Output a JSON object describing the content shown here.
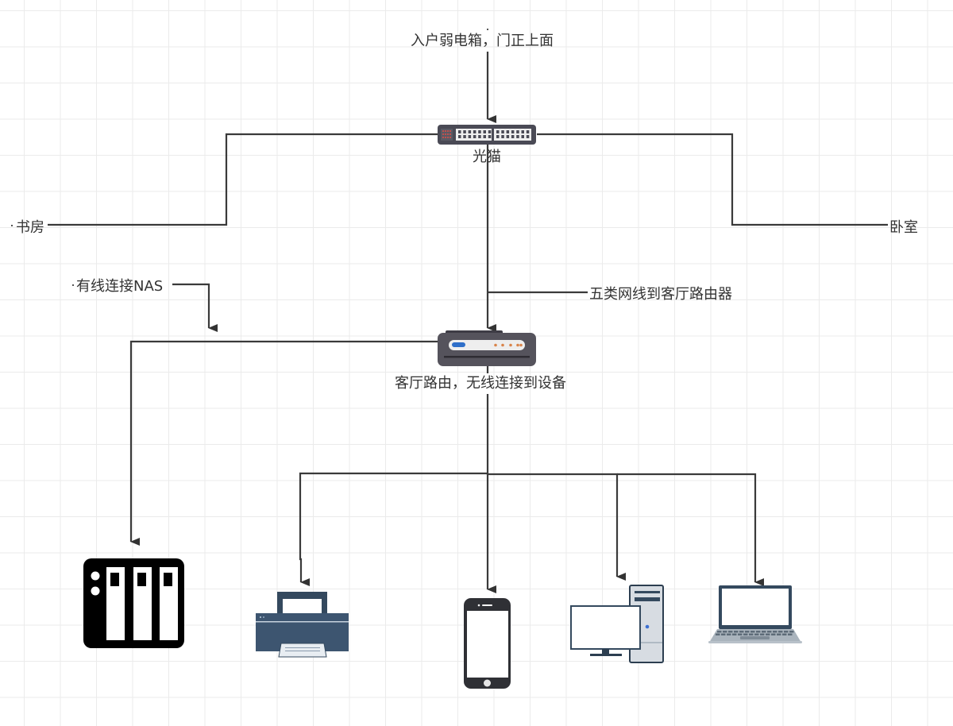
{
  "diagram": {
    "title": "家庭网络拓扑",
    "colors": {
      "line": "#333333",
      "grid": "#ebebeb",
      "device_dark": "#34495e",
      "router_body": "#4a4a52",
      "router_led_blue": "#2f6fc9",
      "router_led_orange": "#d9844a",
      "switch_port_red": "#c0504d"
    },
    "labels": {
      "entry": "入户弱电箱，门正上面",
      "modem": "光猫",
      "study": "书房",
      "bedroom": "卧室",
      "nas_link": "有线连接NAS",
      "cat5": "五类网线到客厅路由器",
      "router": "客厅路由，无线连接到设备"
    },
    "nodes": [
      {
        "id": "modem",
        "icon": "network-switch-icon",
        "label_key": "modem"
      },
      {
        "id": "router",
        "icon": "router-icon",
        "label_key": "router"
      },
      {
        "id": "nas",
        "icon": "nas-icon"
      },
      {
        "id": "printer",
        "icon": "printer-icon"
      },
      {
        "id": "phone",
        "icon": "smartphone-icon"
      },
      {
        "id": "desktop",
        "icon": "desktop-computer-icon"
      },
      {
        "id": "laptop",
        "icon": "laptop-icon"
      }
    ],
    "edges": [
      {
        "from": "entry",
        "to": "modem",
        "arrow": true
      },
      {
        "from": "modem",
        "to": "study",
        "arrow": false
      },
      {
        "from": "modem",
        "to": "bedroom",
        "arrow": false
      },
      {
        "from": "modem",
        "to": "router",
        "arrow": true,
        "label_key": "cat5"
      },
      {
        "from": "router",
        "to": "nas",
        "arrow": true,
        "label_key": "nas_link"
      },
      {
        "from": "router",
        "to": "printer",
        "arrow": true
      },
      {
        "from": "router",
        "to": "phone",
        "arrow": true
      },
      {
        "from": "router",
        "to": "desktop",
        "arrow": true
      },
      {
        "from": "router",
        "to": "laptop",
        "arrow": true
      }
    ]
  }
}
